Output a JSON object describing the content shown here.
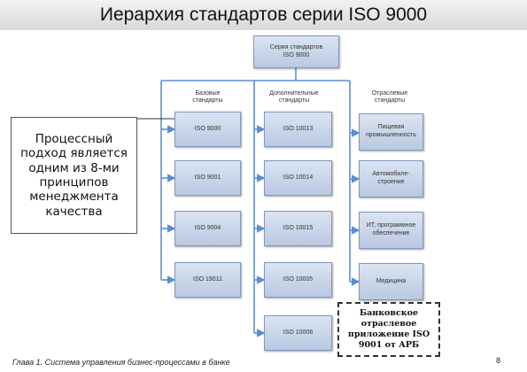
{
  "title": "Иерархия стандартов серии ISO 9000",
  "root": "Серия стандартов ISO 9000",
  "columns": {
    "basic": {
      "header": "Базовые стандарты",
      "items": [
        "ISO 9000",
        "ISO 9001",
        "ISO 9004",
        "ISO 19011"
      ]
    },
    "additional": {
      "header": "Дополнительные стандарты",
      "items": [
        "ISO 10013",
        "ISO 10014",
        "ISO 10015",
        "ISO 10005",
        "ISO 10006"
      ]
    },
    "industry": {
      "header": "Отраслевые стандарты",
      "items": [
        "Пищевая промышленность",
        "Автомобиле-строение",
        "ИТ, программное обеспечение",
        "Медицина"
      ]
    }
  },
  "callout": "Процессный подход является одним из 8-ми принципов менеджмента качества",
  "bank_box": "Банковское отраслевое приложение ISO 9001 от АРБ",
  "footer": "Глава 1. Система управления бизнес-процессами в банке",
  "page_number": "8",
  "colors": {
    "box_top": "#dbe4f1",
    "box_bottom": "#b9c9e2",
    "connector": "#5b8fcf",
    "title_bg": "#e3e3e3"
  }
}
